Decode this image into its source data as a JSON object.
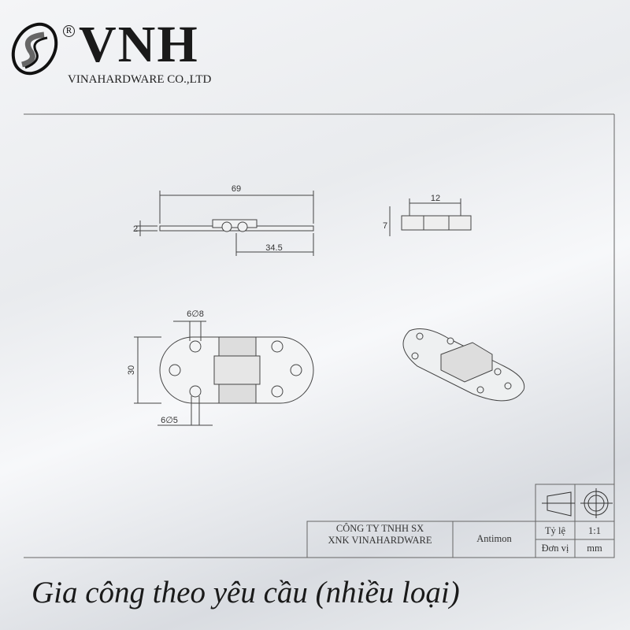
{
  "logo": {
    "brand": "VNH",
    "registered": "R",
    "company": "VINAHARDWARE CO.,LTD"
  },
  "drawing": {
    "dimensions": {
      "length": "69",
      "half_length": "34.5",
      "thickness": "2",
      "knuckle_width": "12",
      "knuckle_height": "7",
      "width": "30",
      "large_holes": "6∅8",
      "small_holes": "6∅5"
    }
  },
  "title_block": {
    "company_line1": "CÔNG TY TNHH SX",
    "company_line2": "XNK VINAHARDWARE",
    "material": "Antimon",
    "scale_label": "Tỷ lệ",
    "scale_value": "1:1",
    "unit_label": "Đơn vị",
    "unit_value": "mm"
  },
  "caption": "Gia công theo yêu cầu (nhiều loại)"
}
